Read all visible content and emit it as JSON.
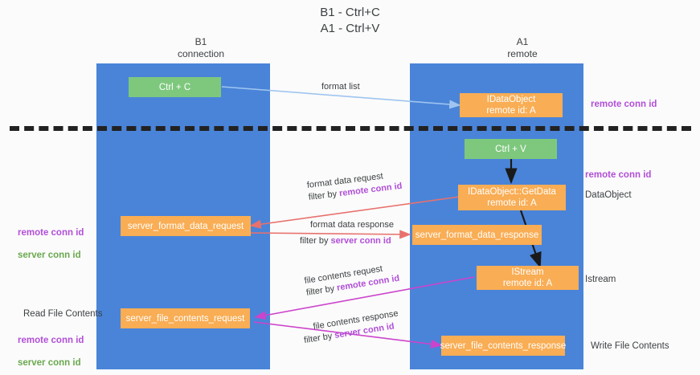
{
  "title": "B1 - Ctrl+C\nA1 - Ctrl+V",
  "columns": {
    "left": {
      "name": "B1",
      "role": "connection",
      "label": "B1\nconnection"
    },
    "right": {
      "name": "A1",
      "role": "remote",
      "label": "A1\nremote"
    }
  },
  "nodes": {
    "ctrl_c": {
      "label": "Ctrl + C"
    },
    "idataobject": {
      "label": "IDataObject\nremote id: A"
    },
    "ctrl_v": {
      "label": "Ctrl + V"
    },
    "getdata": {
      "label": "IDataObject::GetData\nremote id: A"
    },
    "server_format_data_request": {
      "label": "server_format_data_request"
    },
    "server_format_data_response": {
      "label": "server_format_data_response"
    },
    "istream": {
      "label": "IStream\nremote id: A"
    },
    "server_file_contents_request": {
      "label": "server_file_contents_request"
    },
    "server_file_contents_response": {
      "label": "server_file_contents_response"
    }
  },
  "edges": {
    "format_list": {
      "line1": "format list"
    },
    "format_data_request": {
      "line1": "format data request",
      "line2_prefix": "filter by ",
      "line2_key": "remote conn id"
    },
    "format_data_response": {
      "line1": "format data response",
      "line2_prefix": "filter by ",
      "line2_key": "server conn id"
    },
    "file_contents_request": {
      "line1": "file contents request",
      "line2_prefix": "filter by ",
      "line2_key": "remote conn id"
    },
    "file_contents_response": {
      "line1": "file contents response",
      "line2_prefix": "filter by ",
      "line2_key": "server conn id"
    }
  },
  "annotations": {
    "right_remote_conn_top": "remote conn id",
    "right_remote_conn_mid": "remote conn id",
    "right_dataobject": "DataObject",
    "right_istream": "Istream",
    "right_write_file_contents": "Write File Contents",
    "left_conn_ids_mid": "remote conn id\nserver conn id",
    "left_read_file_contents": "Read File Contents",
    "left_conn_ids_bottom": "remote conn id\nserver conn id"
  },
  "colors": {
    "lane": "#4a84d8",
    "node_green": "#7ec87e",
    "node_orange": "#f9ad54",
    "purple": "#b14fd8",
    "green_text": "#6aa84f",
    "arrow_blue": "#9fc5f0",
    "arrow_red": "#e8716d",
    "arrow_magenta": "#cc44cc",
    "arrow_black": "#1a1a1a",
    "background": "#fbfbfb"
  }
}
